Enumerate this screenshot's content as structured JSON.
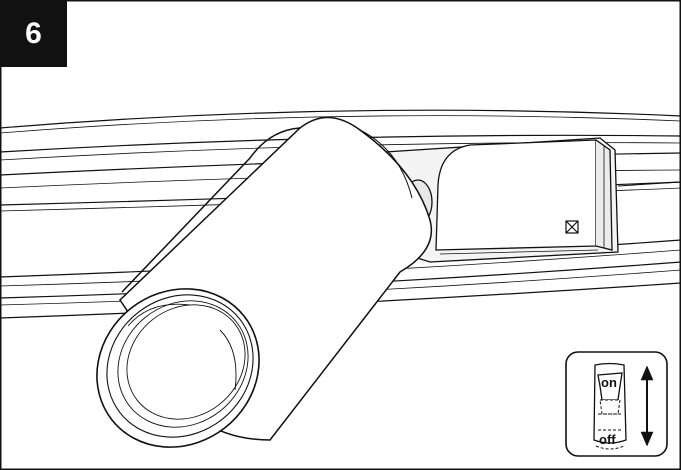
{
  "step": {
    "number": "6"
  },
  "switch_inset": {
    "on_label": "on",
    "off_label": "off",
    "icon": "up-down-arrow-icon"
  },
  "colors": {
    "line": "#111111",
    "background": "#ffffff",
    "badge": "#111111",
    "shadow": "#f0f0f0"
  }
}
